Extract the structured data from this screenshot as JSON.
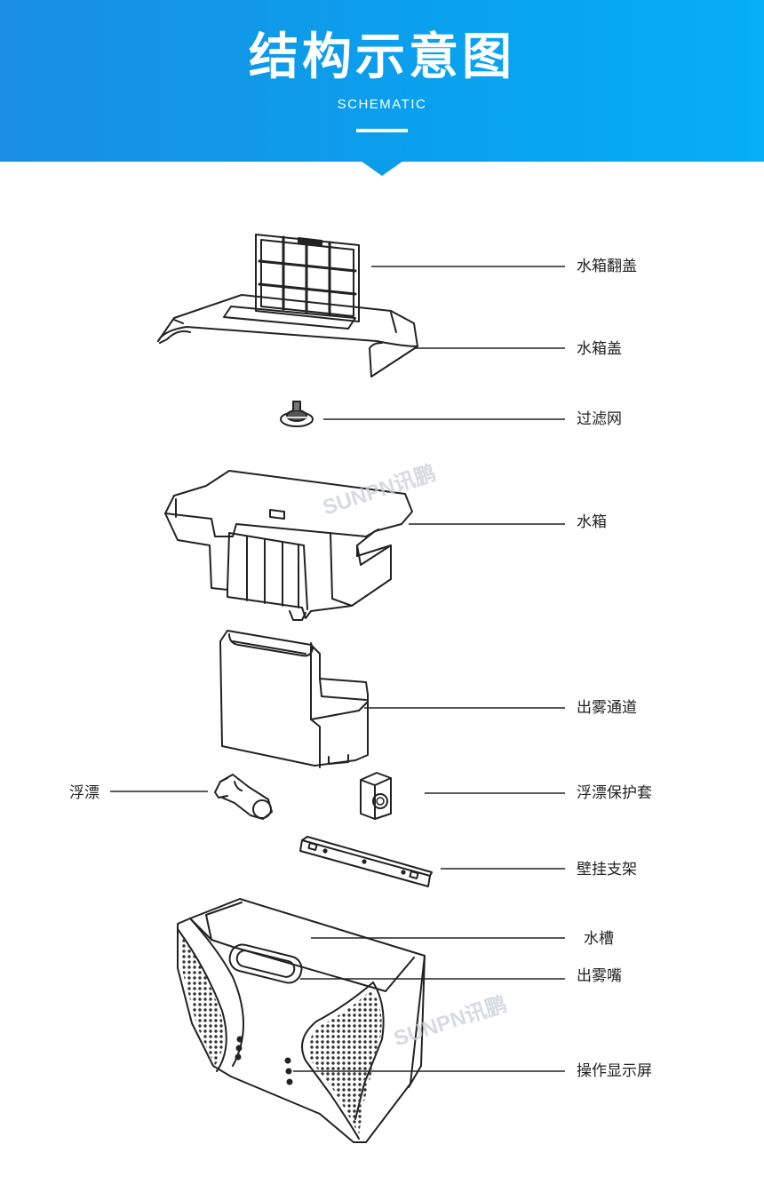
{
  "header": {
    "title": "结构示意图",
    "subtitle": "SCHEMATIC",
    "background_colors": [
      "#1a8ee0",
      "#05aef6"
    ]
  },
  "watermark": "SUNPN讯鹏",
  "labels": {
    "tank_flip_cover": "水箱翻盖",
    "tank_cover": "水箱盖",
    "filter": "过滤网",
    "water_tank": "水箱",
    "mist_channel": "出雾通道",
    "float": "浮漂",
    "float_guard": "浮漂保护套",
    "wall_bracket": "壁挂支架",
    "water_trough": "水槽",
    "mist_nozzle": "出雾嘴",
    "display_screen": "操作显示屏"
  }
}
